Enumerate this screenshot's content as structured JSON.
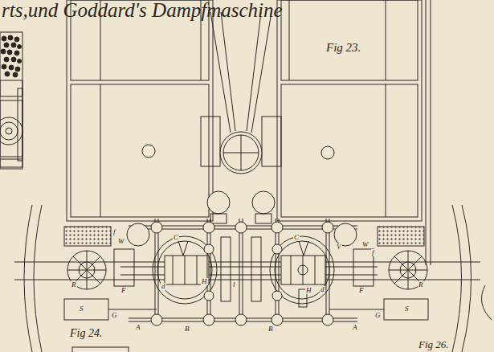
{
  "diagram": {
    "title": "rts,und Goddard's Dampfmaschine",
    "labels": [
      "Fig 23.",
      "Fig 24.",
      "Fig 26.",
      "A",
      "B",
      "B",
      "A",
      "C",
      "C",
      "H",
      "H",
      "W",
      "W",
      "V",
      "S",
      "S",
      "R",
      "R",
      "F",
      "F",
      "G",
      "G",
      "f",
      "f",
      "l",
      "d",
      "d"
    ]
  }
}
